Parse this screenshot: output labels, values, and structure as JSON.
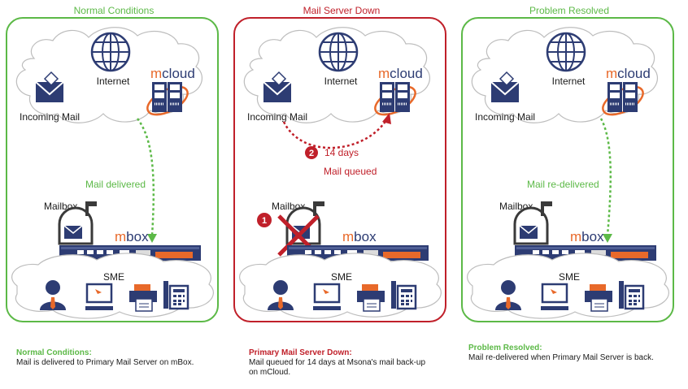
{
  "colors": {
    "green": "#5cb947",
    "red": "#c0202a",
    "orange": "#e8692a",
    "navy": "#2d3c73",
    "cloud_stroke": "#bdbdbd",
    "text_dark": "#1a1a1a"
  },
  "panels": [
    {
      "title": "Normal Conditions",
      "state": "normal",
      "cloud": {
        "incoming_label": "Incoming Mail",
        "internet_label": "Internet",
        "mcloud_prefix": "m",
        "mcloud_suffix": "cloud"
      },
      "arrow_label": "Mail delivered",
      "mailbox_label": "Mailbox",
      "mbox_prefix": "m",
      "mbox_suffix": "box",
      "sme_label": "SME",
      "caption_head": "Normal Conditions:",
      "caption_body": "Mail is delivered to Primary Mail Server on mBox."
    },
    {
      "title": "Mail Server Down",
      "state": "down",
      "cloud": {
        "incoming_label": "Incoming Mail",
        "internet_label": "Internet",
        "mcloud_prefix": "m",
        "mcloud_suffix": "cloud"
      },
      "step1": "1",
      "step2": "2",
      "days_label": "14 days",
      "queued_label": "Mail queued",
      "mailbox_label": "Mailbox",
      "mbox_prefix": "m",
      "mbox_suffix": "box",
      "sme_label": "SME",
      "caption_head": "Primary Mail Server Down:",
      "caption_body": "Mail queued for 14 days at Msona's mail back-up on mCloud."
    },
    {
      "title": "Problem Resolved",
      "state": "resolved",
      "cloud": {
        "incoming_label": "Incoming Mail",
        "internet_label": "Internet",
        "mcloud_prefix": "m",
        "mcloud_suffix": "cloud"
      },
      "arrow_label": "Mail re-delivered",
      "mailbox_label": "Mailbox",
      "mbox_prefix": "m",
      "mbox_suffix": "box",
      "sme_label": "SME",
      "caption_head": "Problem Resolved:",
      "caption_body": "Mail re-delivered when Primary Mail Server is back."
    }
  ]
}
